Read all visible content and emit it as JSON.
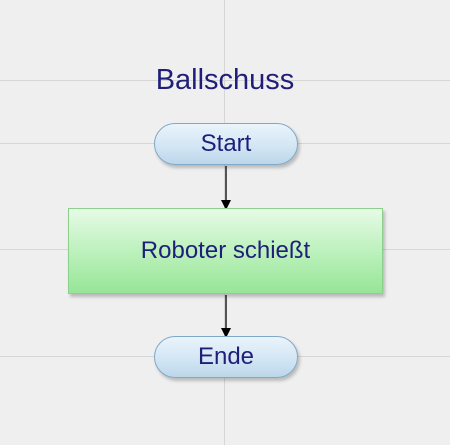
{
  "diagram": {
    "title": "Ballschuss",
    "nodes": [
      {
        "id": "start",
        "type": "terminal",
        "label": "Start"
      },
      {
        "id": "process",
        "type": "process",
        "label": "Roboter schießt"
      },
      {
        "id": "end",
        "type": "terminal",
        "label": "Ende"
      }
    ],
    "edges": [
      {
        "from": "start",
        "to": "process"
      },
      {
        "from": "process",
        "to": "end"
      }
    ],
    "colors": {
      "text": "#1f1f7a",
      "terminal_fill": "#d3e6f4",
      "process_fill": "#b9f0b9",
      "arrow": "#000000",
      "grid": "#d6d6d6",
      "background": "#efefef"
    }
  }
}
